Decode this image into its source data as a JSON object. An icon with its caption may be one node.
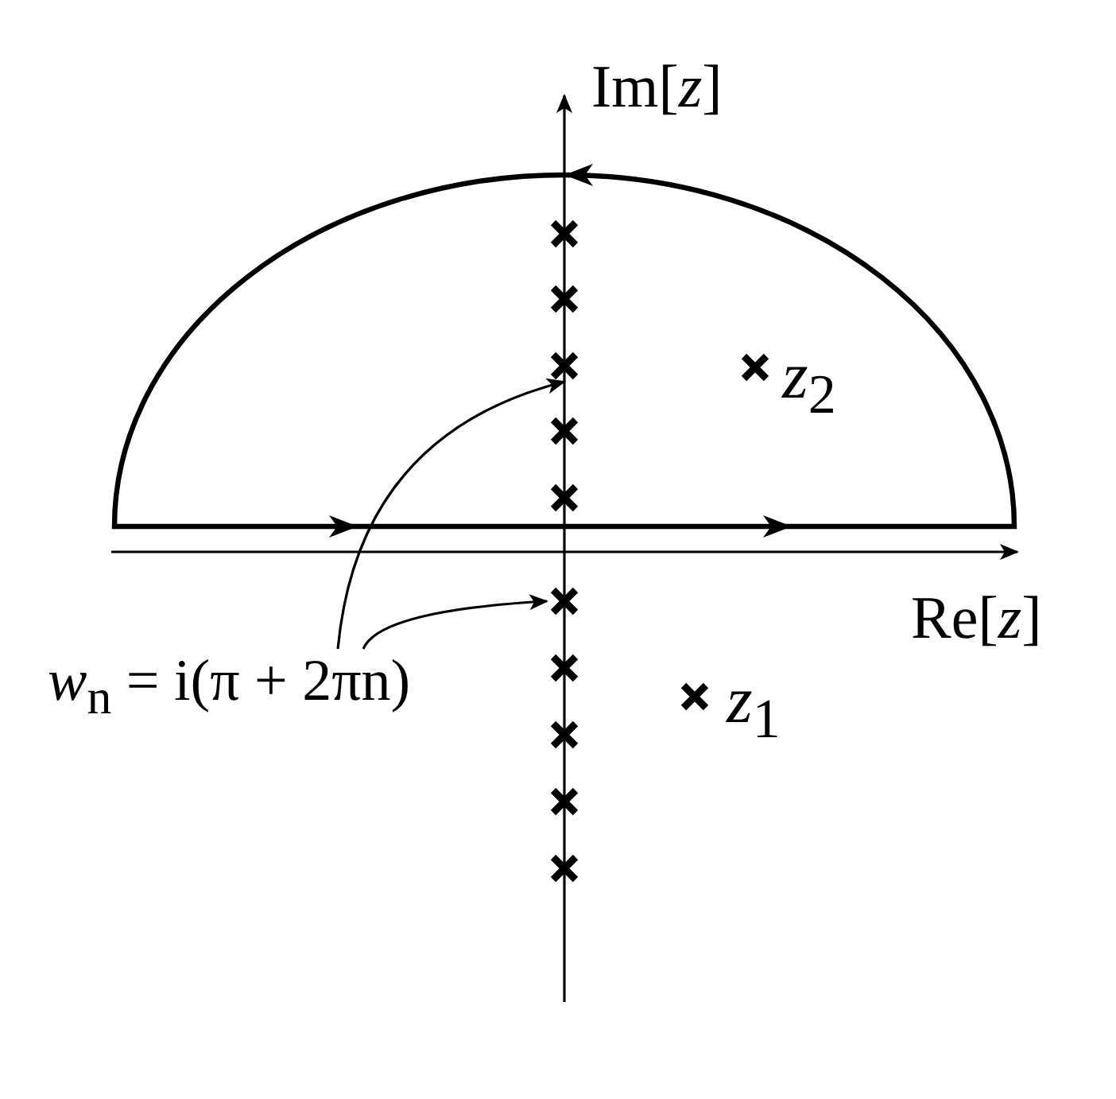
{
  "diagram": {
    "nodes": [
      {
        "text": [
          "*w*$_{n}$ = i(π + 2πn)"
        ]
      },
      {
        "text": [],
        "shape": "cross"
      },
      {
        "text": [],
        "shape": "cross"
      }
    ],
    "edges": [
      {
        "from": 0,
        "to": 1,
        "arrow": "to"
      },
      {
        "from": 0,
        "to": 2,
        "arrow": "to"
      }
    ],
    "labels": [
      "Im[*z*]",
      "Re[*z*]",
      "*z*$_{2}$",
      "*z*$_{1}$"
    ]
  }
}
